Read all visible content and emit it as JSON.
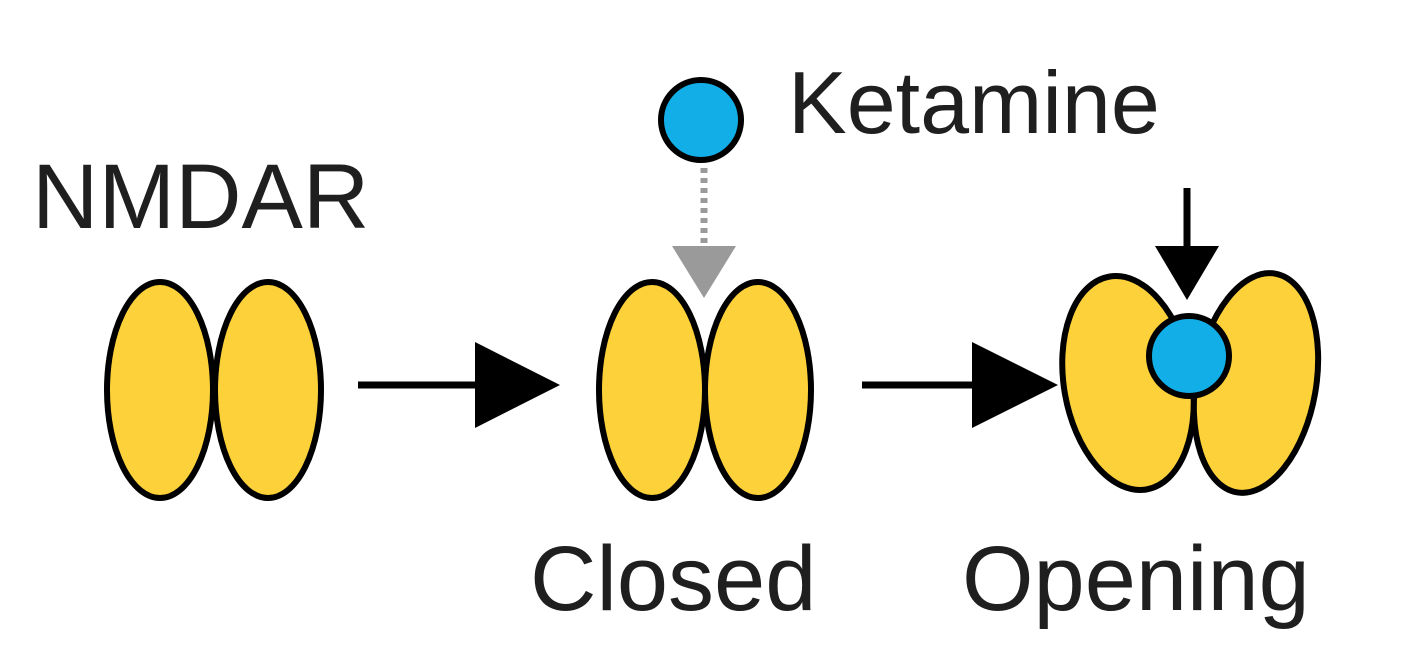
{
  "labels": {
    "receptor": "NMDAR",
    "ligand": "Ketamine",
    "closed_state": "Closed",
    "opening_state": "Opening"
  },
  "colors": {
    "subunit_fill": "#FDD13A",
    "ketamine_fill": "#12AEE8",
    "outline": "#000000",
    "pending_arrow": "#9A9A9A",
    "text": "#1F1F1F",
    "background": "#FFFFFF"
  }
}
